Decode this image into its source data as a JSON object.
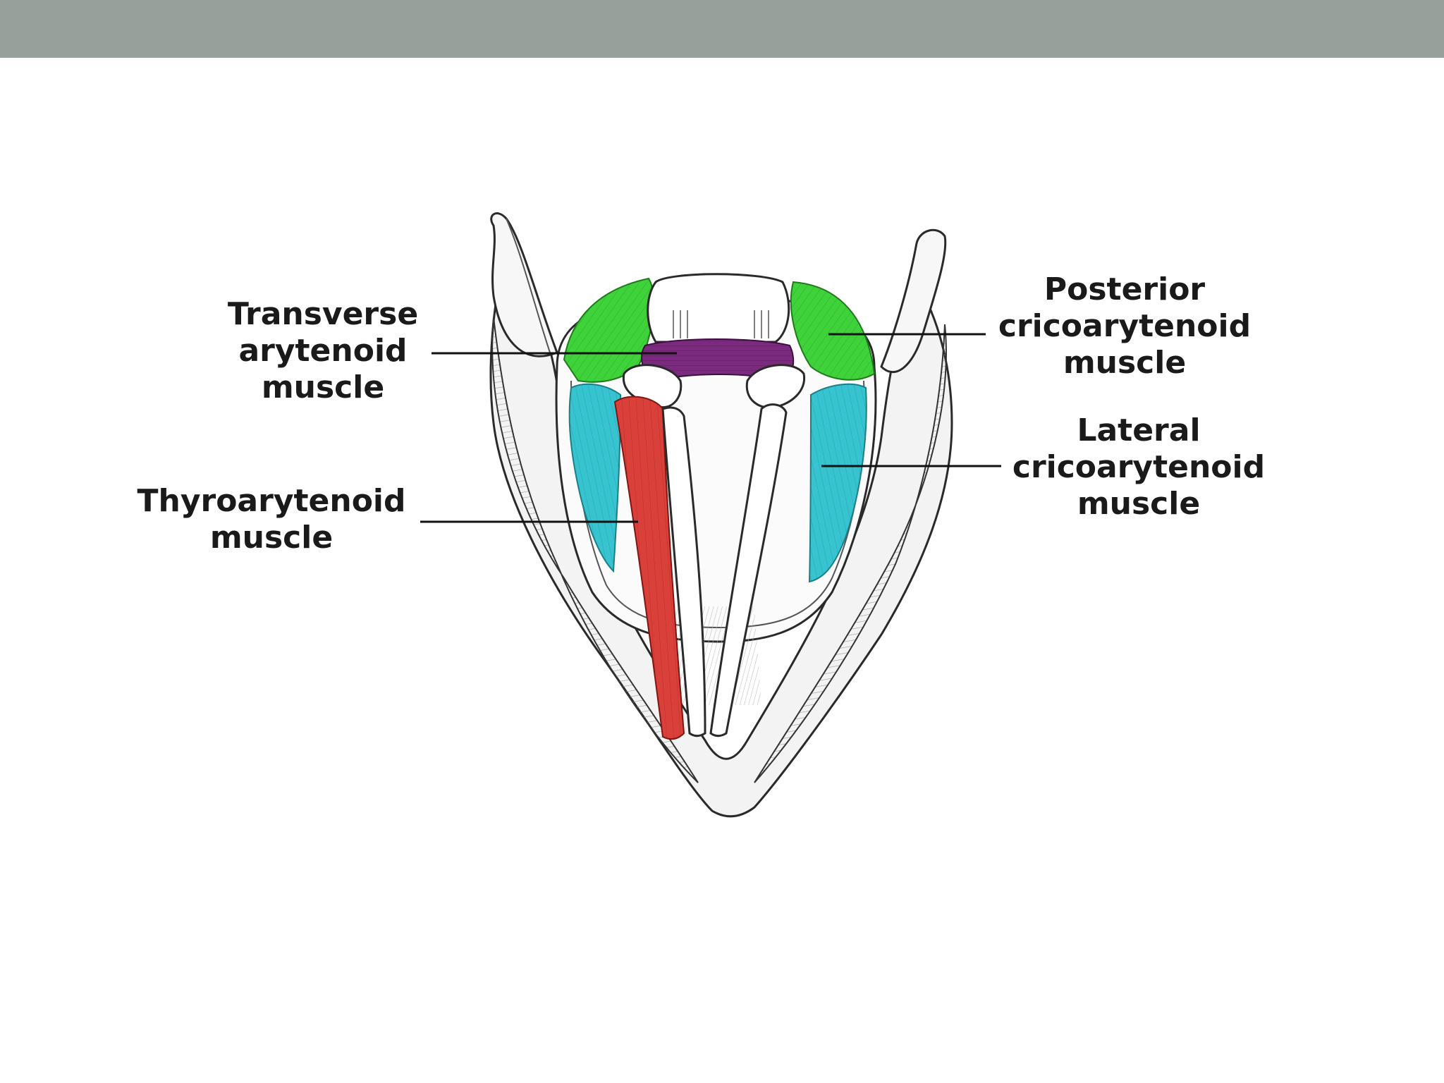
{
  "colors": {
    "top_bar": "#97a19c",
    "posterior_cricoarytenoid": "#3fd23a",
    "transverse_arytenoid": "#7a2b7e",
    "lateral_cricoarytenoid": "#37c4d0",
    "thyroarytenoid": "#d9403a",
    "cartilage_outline": "#2a2a2a",
    "leader_line": "#111111"
  },
  "labels": {
    "transverse_arytenoid": {
      "line1": "Transverse",
      "line2": "arytenoid",
      "line3": "muscle"
    },
    "thyroarytenoid": {
      "line1": "Thyroarytenoid",
      "line2": "muscle"
    },
    "posterior_cricoarytenoid": {
      "line1": "Posterior",
      "line2": "cricoarytenoid",
      "line3": "muscle"
    },
    "lateral_cricoarytenoid": {
      "line1": "Lateral",
      "line2": "cricoarytenoid",
      "line3": "muscle"
    }
  }
}
